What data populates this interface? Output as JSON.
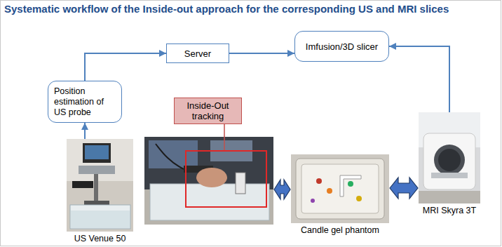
{
  "diagram": {
    "title": "Systematic workflow of the Inside-out approach for the corresponding US and MRI slices",
    "nodes": [
      {
        "text": [
          "Server"
        ]
      },
      {
        "text": [
          "Imfusion/3D slicer"
        ]
      },
      {
        "text": [
          "Position estimation of US probe"
        ]
      },
      {
        "text": [
          "Inside-Out tracking"
        ]
      },
      {
        "text": [
          "MRI Skyra 3T"
        ]
      },
      {
        "text": [
          "US Venue 50"
        ]
      },
      {
        "text": [
          "Candle gel phantom"
        ]
      }
    ],
    "edges": [
      {
        "from": 5,
        "to": 2,
        "arrow": "to"
      },
      {
        "from": 2,
        "to": 0,
        "arrow": "to"
      },
      {
        "from": 0,
        "to": 1,
        "arrow": "to"
      },
      {
        "from": 4,
        "to": 1,
        "arrow": "to"
      },
      {
        "from": 6,
        "to": 4,
        "arrow": "both"
      }
    ]
  }
}
